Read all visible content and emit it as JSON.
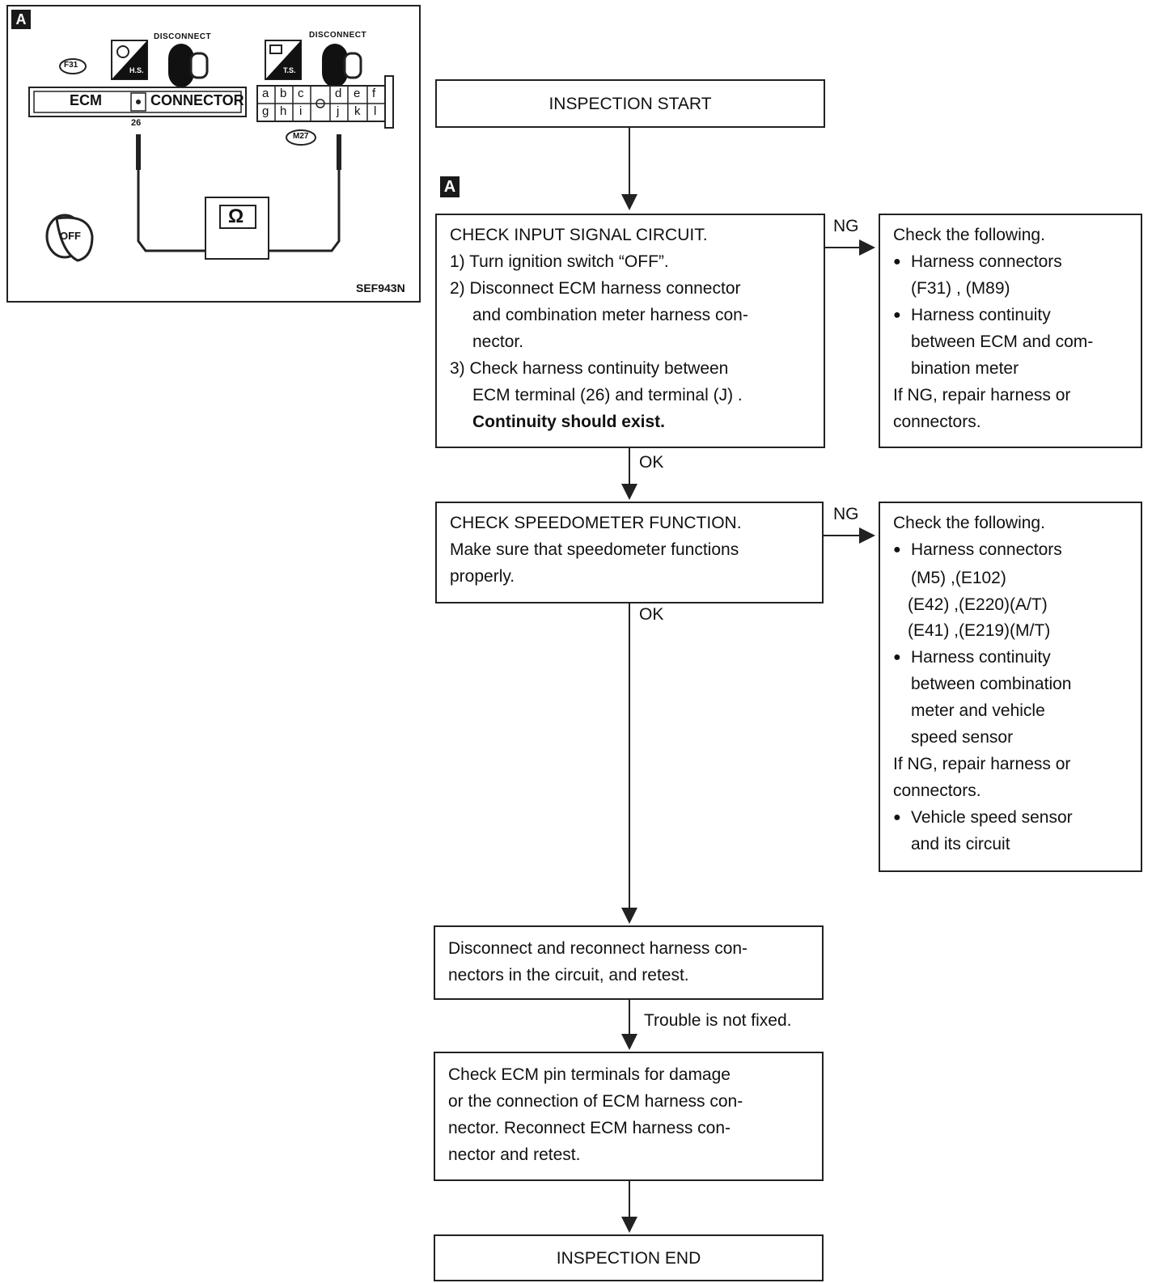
{
  "figure": {
    "tag": "A",
    "code": "SEF943N",
    "ecm_label": "ECM",
    "connector_label": "CONNECTOR",
    "disconnect_label": "DISCONNECT",
    "ecm_connector_id": "F31",
    "meter_connector_id": "M27",
    "ecm_terminal": "26",
    "meter_pins_top": [
      "a",
      "b",
      "c",
      "d",
      "e",
      "f"
    ],
    "meter_pins_bottom": [
      "g",
      "h",
      "i",
      "j",
      "k",
      "l"
    ],
    "harness_code_1": "H.S.",
    "harness_code_2": "T.S.",
    "ignition_label": "OFF",
    "meter_symbol": "Ω"
  },
  "flow": {
    "step_tag": "A",
    "start": "INSPECTION START",
    "end": "INSPECTION END",
    "step1": {
      "lines": [
        "CHECK INPUT SIGNAL CIRCUIT.",
        "1) Turn ignition switch “OFF”.",
        "2) Disconnect ECM harness connector",
        "and combination meter harness con-",
        "nector.",
        "3) Check harness continuity between",
        "ECM terminal (26) and terminal (J) .",
        "Continuity should exist."
      ]
    },
    "step1_ng": {
      "lines": [
        "Check the following.",
        "Harness connectors",
        "(F31) , (M89)",
        "Harness continuity",
        "between ECM and com-",
        "bination meter",
        "If NG, repair harness or",
        "connectors."
      ]
    },
    "step2": {
      "lines": [
        "CHECK SPEEDOMETER FUNCTION.",
        "Make sure that speedometer functions",
        "properly."
      ]
    },
    "step2_ng": {
      "lines": [
        "Check the following.",
        "Harness connectors",
        "(M5) ,(E102)",
        "(E42) ,(E220)(A/T)",
        "(E41) ,(E219)(M/T)",
        "Harness continuity",
        "between combination",
        "meter and vehicle",
        "speed sensor",
        "If NG, repair harness or",
        "connectors.",
        "Vehicle speed sensor",
        "and its circuit"
      ]
    },
    "step3": {
      "lines": [
        "Disconnect and reconnect harness con-",
        "nectors in the circuit, and retest."
      ]
    },
    "step4": {
      "lines": [
        "Check ECM pin terminals for damage",
        "or the connection of ECM harness con-",
        "nector. Reconnect ECM harness con-",
        "nector and retest."
      ]
    },
    "labels": {
      "ng": "NG",
      "ok": "OK",
      "not_fixed": "Trouble is not fixed."
    }
  }
}
